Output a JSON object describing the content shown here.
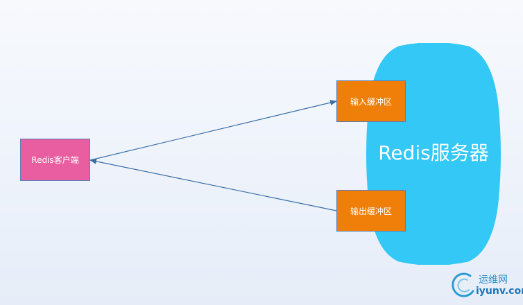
{
  "client": {
    "label": "Redis客户端"
  },
  "server": {
    "label": "Redis服务器"
  },
  "buffers": {
    "input": "输入缓冲区",
    "output": "输出缓冲区"
  },
  "watermark": {
    "name": "运维网",
    "domain": "iyunv.com"
  },
  "colors": {
    "server": "#33c8f5",
    "client": "#e85ea0",
    "buffer": "#f07f0a",
    "arrow": "#3a6ea5",
    "border": "#5a7db5"
  }
}
